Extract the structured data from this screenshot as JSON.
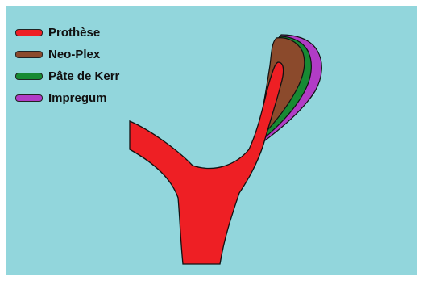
{
  "background_color": "#92d6dc",
  "legend": {
    "items": [
      {
        "label": "Prothèse",
        "color": "#ee1f24"
      },
      {
        "label": "Neo-Plex",
        "color": "#8b4a2c"
      },
      {
        "label": "Pâte de Kerr",
        "color": "#178a33"
      },
      {
        "label": "Impregum",
        "color": "#b13cc6"
      }
    ]
  }
}
